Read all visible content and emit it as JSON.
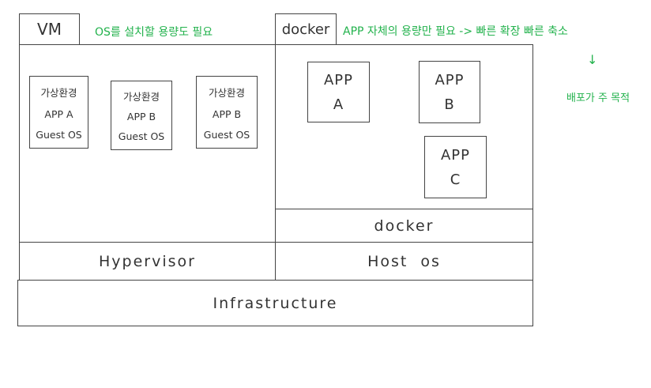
{
  "vm": {
    "tab_label": "VM",
    "note": "OS를 설치할 용량도 필요",
    "envs": [
      {
        "title": "가상환경",
        "app": "APP A",
        "os": "Guest OS"
      },
      {
        "title": "가상환경",
        "app": "APP B",
        "os": "Guest OS"
      },
      {
        "title": "가상환경",
        "app": "APP B",
        "os": "Guest OS"
      }
    ],
    "layer": "Hypervisor"
  },
  "docker": {
    "tab_label": "docker",
    "note": "APP 자체의 용량만 필요 -> 빠른 확장 빠른 축소",
    "note2": "배포가 주 목적",
    "apps": [
      {
        "name": "APP",
        "letter": "A"
      },
      {
        "name": "APP",
        "letter": "B"
      },
      {
        "name": "APP",
        "letter": "C"
      }
    ],
    "engine_layer": "docker",
    "os_layer": "Host  os"
  },
  "infrastructure": "Infrastructure"
}
